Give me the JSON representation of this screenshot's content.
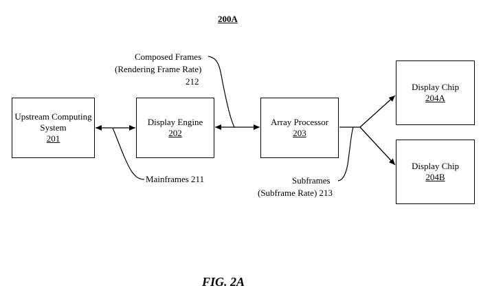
{
  "figure": {
    "id": "200A",
    "caption": "FIG. 2A"
  },
  "boxes": {
    "upstream": {
      "label_line1": "Upstream Computing",
      "label_line2": "System",
      "ref": "201"
    },
    "display_engine": {
      "label": "Display Engine",
      "ref": "202"
    },
    "array_processor": {
      "label": "Array Processor",
      "ref": "203"
    },
    "chip_a": {
      "label": "Display Chip",
      "ref": "204A"
    },
    "chip_b": {
      "label": "Display Chip",
      "ref": "204B"
    }
  },
  "callouts": {
    "composed": {
      "line1": "Composed Frames",
      "line2": "(Rendering Frame Rate)",
      "ref": "212"
    },
    "mainframes": {
      "label": "Mainframes 211"
    },
    "subframes": {
      "line1": "Subframes",
      "line2": "(Subframe Rate) 213"
    }
  }
}
